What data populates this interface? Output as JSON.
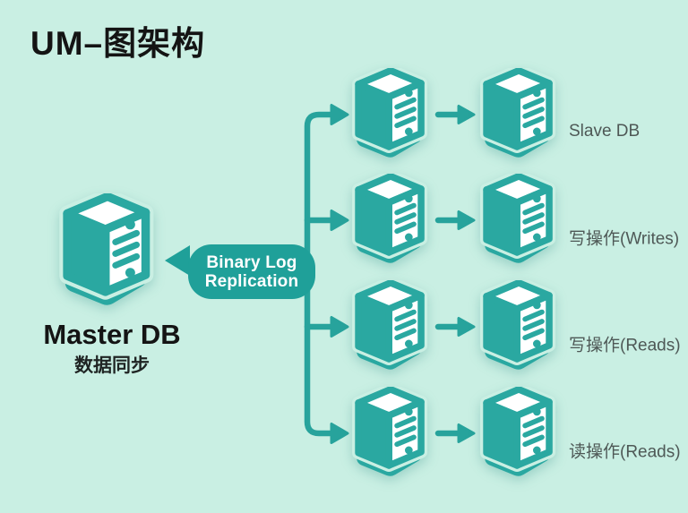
{
  "title": "UM–图架构",
  "master": {
    "name": "Master DB",
    "subtitle": "数据同步",
    "icon": "server-icon"
  },
  "callout": {
    "line1": "Binary Log",
    "line2": "Replication",
    "direction": "points-left-to-master"
  },
  "rows": [
    {
      "label": "Slave DB"
    },
    {
      "label": "写操作(Writes)"
    },
    {
      "label": "写操作(Reads)"
    },
    {
      "label": "读操作(Reads)"
    }
  ],
  "icons": {
    "server": "server-icon",
    "branch_arrow": "arrow-right-icon",
    "callout_arrow": "arrow-left-icon"
  },
  "colors": {
    "bg": "#c9efe3",
    "teal": "#2aa8a1",
    "line": "#27a39c",
    "callout": "#1fa099",
    "title": "#141414",
    "label": "#4e5856",
    "sub": "#1f2423",
    "white": "#ffffff"
  }
}
